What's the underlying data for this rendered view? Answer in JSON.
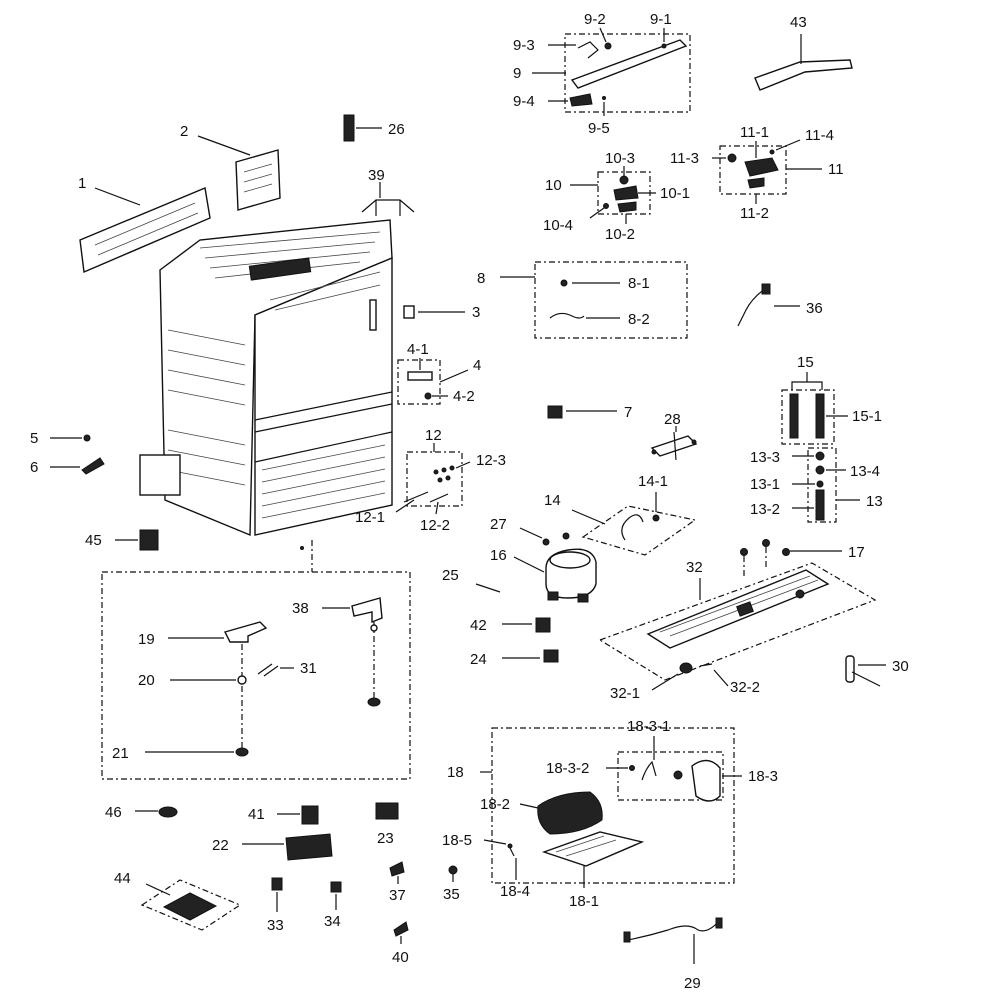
{
  "labels": {
    "l1": "1",
    "l2": "2",
    "l3": "3",
    "l4": "4",
    "l4_1": "4-1",
    "l4_2": "4-2",
    "l5": "5",
    "l6": "6",
    "l7": "7",
    "l8": "8",
    "l8_1": "8-1",
    "l8_2": "8-2",
    "l9": "9",
    "l9_1": "9-1",
    "l9_2": "9-2",
    "l9_3": "9-3",
    "l9_4": "9-4",
    "l9_5": "9-5",
    "l10": "10",
    "l10_1": "10-1",
    "l10_2": "10-2",
    "l10_3": "10-3",
    "l10_4": "10-4",
    "l11": "11",
    "l11_1": "11-1",
    "l11_2": "11-2",
    "l11_3": "11-3",
    "l11_4": "11-4",
    "l12": "12",
    "l12_1": "12-1",
    "l12_2": "12-2",
    "l12_3": "12-3",
    "l13": "13",
    "l13_1": "13-1",
    "l13_2": "13-2",
    "l13_3": "13-3",
    "l13_4": "13-4",
    "l14": "14",
    "l14_1": "14-1",
    "l15": "15",
    "l15_1": "15-1",
    "l16": "16",
    "l17": "17",
    "l18": "18",
    "l18_1": "18-1",
    "l18_2": "18-2",
    "l18_3": "18-3",
    "l18_3_1": "18-3-1",
    "l18_3_2": "18-3-2",
    "l18_4": "18-4",
    "l18_5": "18-5",
    "l19": "19",
    "l20": "20",
    "l21": "21",
    "l22": "22",
    "l23": "23",
    "l24": "24",
    "l25": "25",
    "l26": "26",
    "l27": "27",
    "l28": "28",
    "l29": "29",
    "l30": "30",
    "l31": "31",
    "l32": "32",
    "l32_1": "32-1",
    "l32_2": "32-2",
    "l33": "33",
    "l34": "34",
    "l35": "35",
    "l36": "36",
    "l37": "37",
    "l38": "38",
    "l39": "39",
    "l40": "40",
    "l41": "41",
    "l42": "42",
    "l43": "43",
    "l44": "44",
    "l45": "45",
    "l46": "46"
  },
  "colors": {
    "ink": "#111111",
    "background": "#ffffff"
  }
}
